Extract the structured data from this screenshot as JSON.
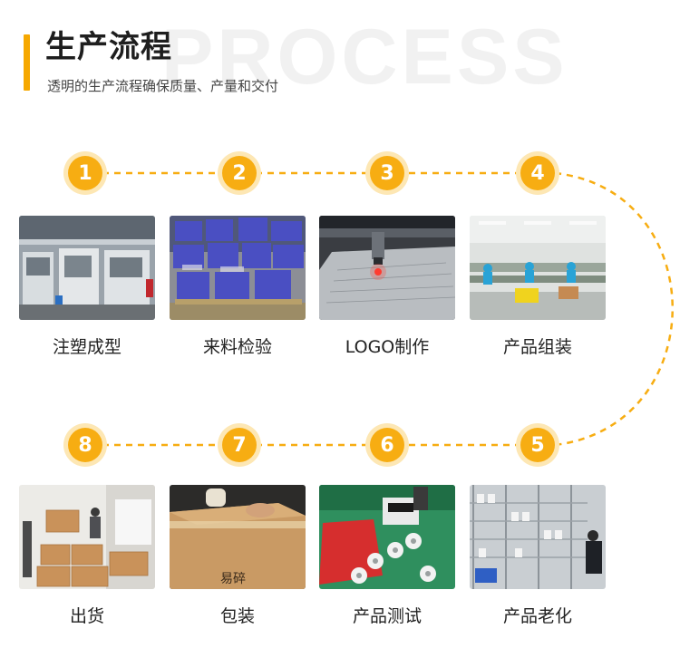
{
  "header": {
    "title": "生产流程",
    "watermark": "PROCESS",
    "subtitle": "透明的生产流程确保质量、产量和交付"
  },
  "colors": {
    "accent": "#f6a800",
    "circle": "#f7ad12",
    "dash": "#f7ad12"
  },
  "steps": [
    {
      "num": "1",
      "label": "注塑成型"
    },
    {
      "num": "2",
      "label": "来料检验"
    },
    {
      "num": "3",
      "label": "LOGO制作"
    },
    {
      "num": "4",
      "label": "产品组装"
    },
    {
      "num": "5",
      "label": "产品老化"
    },
    {
      "num": "6",
      "label": "产品测试"
    },
    {
      "num": "7",
      "label": "包装"
    },
    {
      "num": "8",
      "label": "出货"
    }
  ],
  "photos": {
    "box_stamp": "易碎"
  }
}
